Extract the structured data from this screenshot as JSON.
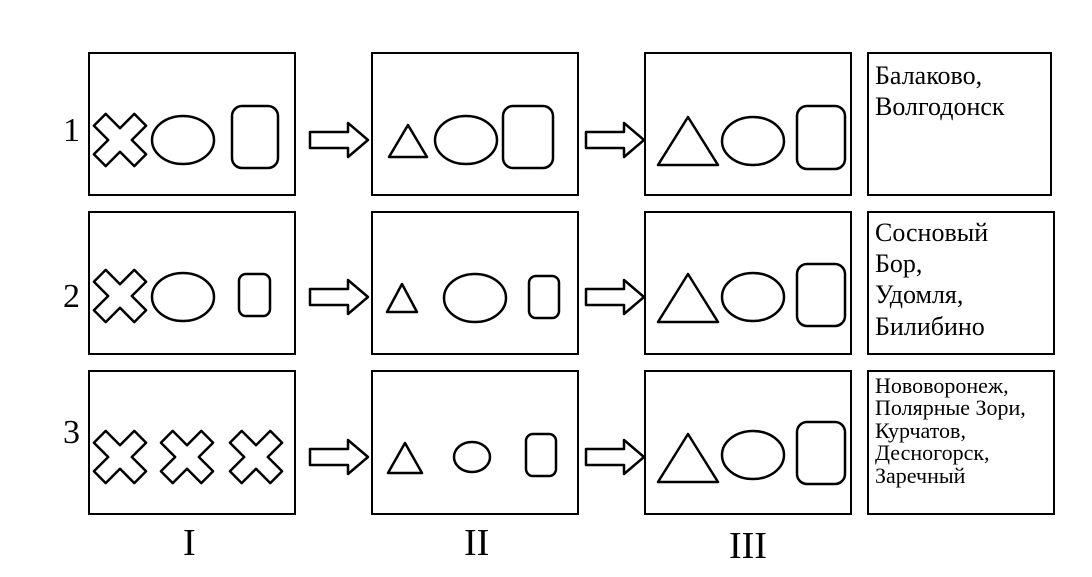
{
  "rows": [
    {
      "label": "1",
      "cities": "Балаково,\nВолгодонск",
      "stages": [
        [
          "cross",
          "ellipse",
          "rect"
        ],
        [
          "triangle",
          "ellipse",
          "rect"
        ],
        [
          "triangle",
          "ellipse",
          "rect"
        ]
      ]
    },
    {
      "label": "2",
      "cities": "Сосновый\nБор,\nУдомля,\nБилибино",
      "stages": [
        [
          "cross",
          "ellipse",
          "rect"
        ],
        [
          "triangle",
          "ellipse",
          "rect"
        ],
        [
          "triangle",
          "ellipse",
          "rect"
        ]
      ]
    },
    {
      "label": "3",
      "cities": "Нововоронеж,\nПолярные Зори,\nКурчатов,\nДесногорск,\nЗаречный",
      "stages": [
        [
          "cross",
          "cross",
          "cross"
        ],
        [
          "triangle",
          "ellipse",
          "rect"
        ],
        [
          "triangle",
          "ellipse",
          "rect"
        ]
      ]
    }
  ],
  "columns": [
    "I",
    "II",
    "III"
  ]
}
